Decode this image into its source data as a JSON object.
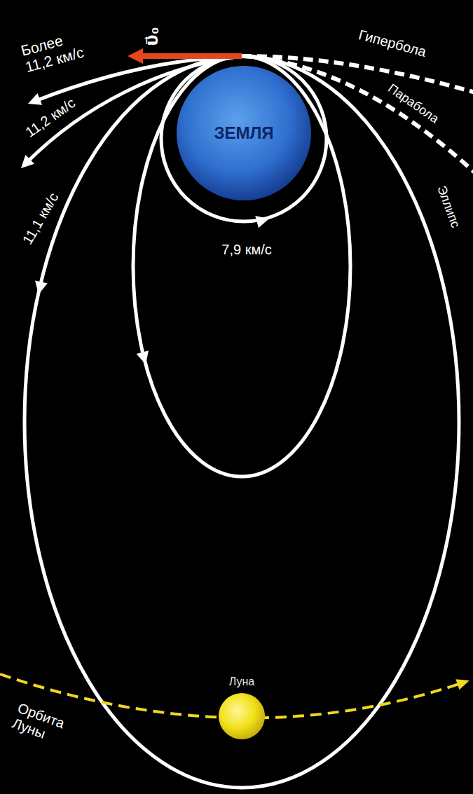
{
  "diagram": {
    "nodes": [
      {
        "text": [
          "ЗЕМЛЯ"
        ]
      },
      {
        "text": [
          "Луна"
        ]
      }
    ],
    "labels": [
      "υ⃗₀",
      "Более 11,2 км/с",
      "11,2 км/с",
      "11,1 км/с",
      "7,9 км/с",
      "Гипербола",
      "Парабола",
      "Эллипс",
      "Орбита Луны"
    ]
  }
}
